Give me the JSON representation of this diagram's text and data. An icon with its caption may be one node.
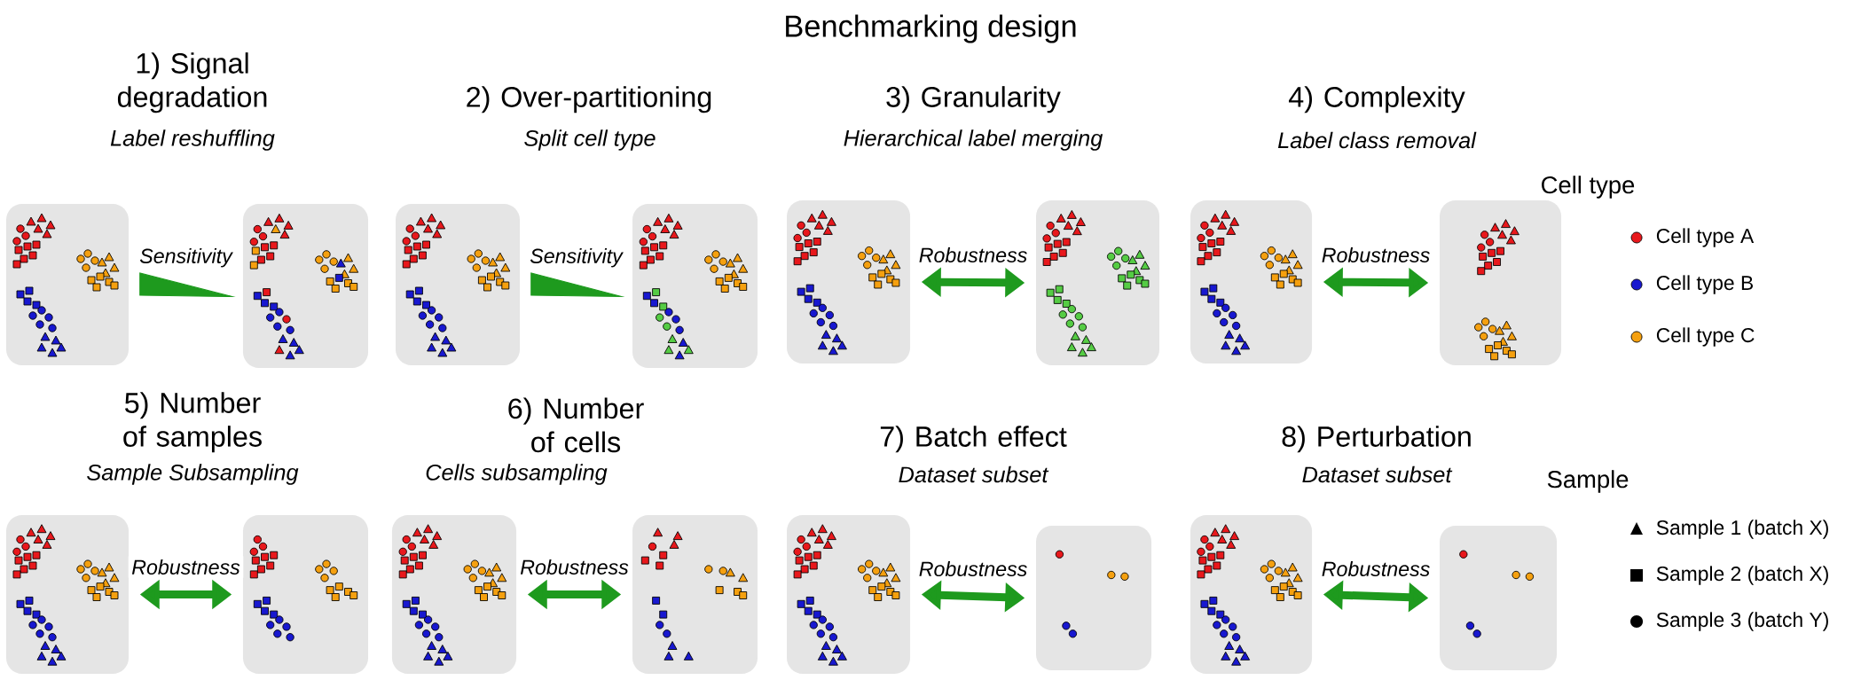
{
  "diagram": {
    "title": "Benchmarking design",
    "nodes": [
      {
        "text": [],
        "shape": "box"
      },
      {
        "text": [],
        "shape": "box"
      },
      {
        "text": [],
        "shape": "box"
      },
      {
        "text": [],
        "shape": "box"
      },
      {
        "text": [],
        "shape": "box"
      },
      {
        "text": [],
        "shape": "box"
      },
      {
        "text": [],
        "shape": "box"
      },
      {
        "text": [],
        "shape": "box"
      },
      {
        "text": [],
        "shape": "box"
      },
      {
        "text": [],
        "shape": "box"
      },
      {
        "text": [],
        "shape": "box"
      },
      {
        "text": [],
        "shape": "box"
      },
      {
        "text": [],
        "shape": "box"
      },
      {
        "text": [],
        "shape": "box"
      },
      {
        "text": [],
        "shape": "box"
      },
      {
        "text": [],
        "shape": "box"
      }
    ],
    "edges": [
      {
        "from": 0,
        "to": 1,
        "arrow": "none",
        "label": "Sensitivity"
      },
      {
        "from": 2,
        "to": 3,
        "arrow": "none",
        "label": "Sensitivity"
      },
      {
        "from": 4,
        "to": 5,
        "arrow": "both",
        "label": "Robustness"
      },
      {
        "from": 6,
        "to": 7,
        "arrow": "both",
        "label": "Robustness"
      },
      {
        "from": 8,
        "to": 9,
        "arrow": "both",
        "label": "Robustness"
      },
      {
        "from": 10,
        "to": 11,
        "arrow": "both",
        "label": "Robustness"
      },
      {
        "from": 12,
        "to": 13,
        "arrow": "both",
        "label": "Robustness"
      },
      {
        "from": 14,
        "to": 15,
        "arrow": "both",
        "label": "Robustness"
      }
    ],
    "labels": [
      "1) Signal degradation",
      "Label reshuffling",
      "2) Over-partitioning",
      "Split cell type",
      "3) Granularity",
      "Hierarchical label merging",
      "4) Complexity",
      "Label class removal",
      "Cell type",
      "5) Number of samples",
      "Sample Subsampling",
      "6) Number of cells",
      "Cells subsampling",
      "7) Batch effect",
      "Dataset subset",
      "8) Perturbation",
      "Dataset subset",
      "Sample"
    ],
    "legend": [
      {
        "text": "Cell type A",
        "color": "#e8181c"
      },
      {
        "text": "Cell type B",
        "color": "#1818d0"
      },
      {
        "text": "Cell type C",
        "color": "#f5a00f"
      },
      {
        "text": "Sample 1 (batch X)"
      },
      {
        "text": "Sample 2 (batch X)"
      },
      {
        "text": "Sample 3 (batch Y)"
      }
    ]
  }
}
